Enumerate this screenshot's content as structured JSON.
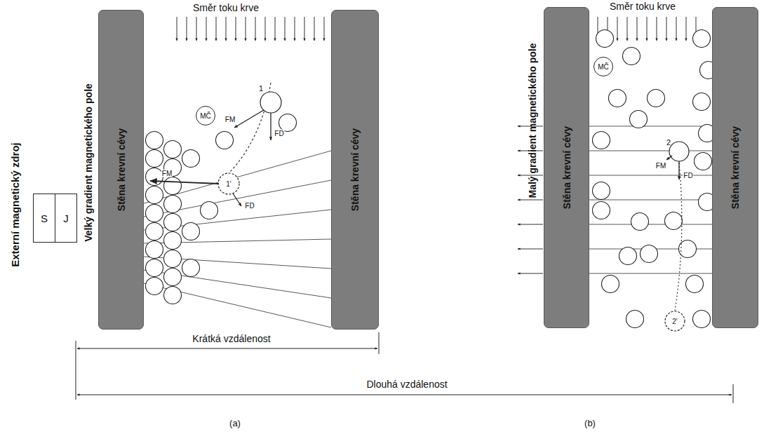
{
  "diagram": {
    "nodes": [
      {
        "text": [
          "S"
        ]
      },
      {
        "text": [
          "J"
        ]
      },
      {
        "text": [
          "Stěna krevní cévy"
        ]
      },
      {
        "text": [
          "MČ"
        ]
      },
      {
        "text": [
          "Stěna krevní cévy"
        ]
      },
      {
        "text": [
          "Stěna krevní cévy"
        ]
      },
      {
        "text": [
          "MČ"
        ]
      },
      {
        "text": [
          "Stěna krevní cévy"
        ]
      }
    ],
    "labels": [
      "Směr toku krve",
      "Externí magnetický zdroj",
      "Velký gradient magnetického pole",
      "1",
      "FM",
      "FD",
      "1'",
      "FM",
      "FD",
      "Krátká vzdálenost",
      "(a)",
      "Směr toku krve",
      "Malý gradient magnetického pole",
      "2",
      "FM",
      "FD",
      "2'",
      "Dlouhá vzdálenost",
      "(b)"
    ]
  }
}
